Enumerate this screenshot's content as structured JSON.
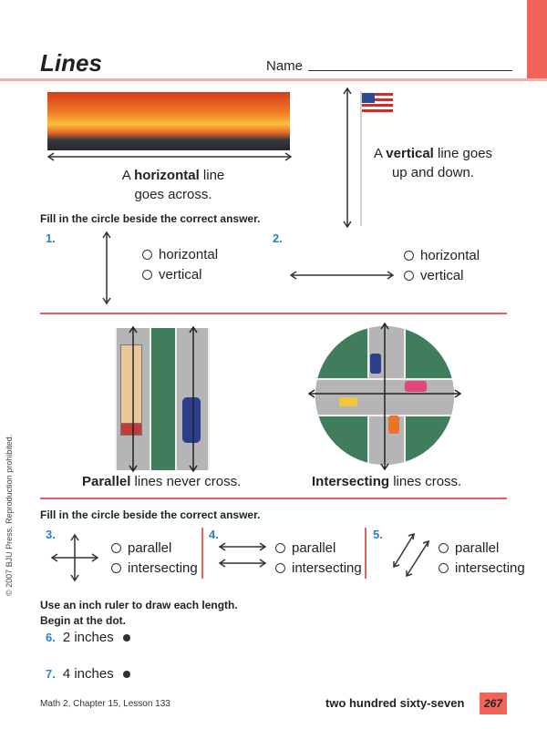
{
  "header": {
    "title": "Lines",
    "name_label": "Name"
  },
  "section1": {
    "horizontal_caption_pre": "A",
    "horizontal_caption_bold": "horizontal",
    "horizontal_caption_post": "line",
    "horizontal_caption_line2": "goes across.",
    "vertical_caption_pre": "A",
    "vertical_caption_bold": "vertical",
    "vertical_caption_post": "line goes",
    "vertical_caption_line2": "up and down.",
    "instruction": "Fill in the circle beside the correct answer.",
    "q1": {
      "number": "1.",
      "options": [
        "horizontal",
        "vertical"
      ]
    },
    "q2": {
      "number": "2.",
      "options": [
        "horizontal",
        "vertical"
      ]
    }
  },
  "section2": {
    "parallel_bold": "Parallel",
    "parallel_rest": "lines never cross.",
    "intersecting_bold": "Intersecting",
    "intersecting_rest": "lines cross."
  },
  "section3": {
    "instruction": "Fill in the circle beside the correct answer.",
    "q3": {
      "number": "3.",
      "options": [
        "parallel",
        "intersecting"
      ]
    },
    "q4": {
      "number": "4.",
      "options": [
        "parallel",
        "intersecting"
      ]
    },
    "q5": {
      "number": "5.",
      "options": [
        "parallel",
        "intersecting"
      ]
    }
  },
  "section4": {
    "instruction_line1": "Use an inch ruler to draw each length.",
    "instruction_line2": "Begin at the dot.",
    "q6": {
      "number": "6.",
      "text": "2 inches"
    },
    "q7": {
      "number": "7.",
      "text": "4 inches"
    }
  },
  "footer": {
    "copyright": "© 2007 BJU Press. Reproduction prohibited.",
    "lesson": "Math 2, Chapter 15, Lesson 133",
    "page_words": "two hundred sixty-seven",
    "page_number": "267"
  },
  "colors": {
    "accent_red": "#e8625c",
    "number_blue": "#2b7fd0",
    "road_green": "#3f7d5c"
  }
}
